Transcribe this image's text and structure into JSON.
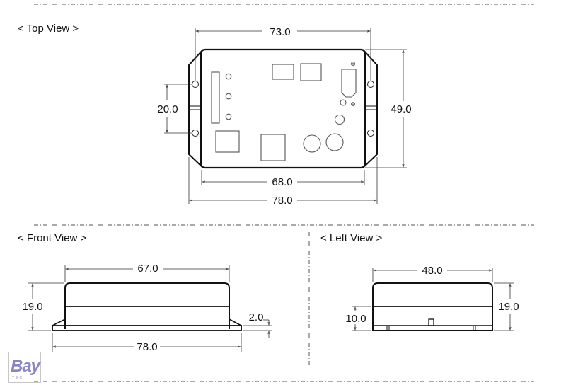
{
  "views": {
    "top": {
      "title": "< Top View >",
      "dims": {
        "hole_spacing_x": "73.0",
        "hole_spacing_y": "20.0",
        "height": "49.0",
        "body_width": "68.0",
        "overall_width": "78.0"
      },
      "polarity": {
        "plus": "⊕",
        "minus": "⊖"
      }
    },
    "front": {
      "title": "< Front View >",
      "dims": {
        "top_width": "67.0",
        "height": "19.0",
        "flange_thickness": "2.0",
        "overall_width": "78.0"
      }
    },
    "left": {
      "title": "< Left View >",
      "dims": {
        "width": "48.0",
        "height": "19.0",
        "lower_height": "10.0"
      }
    }
  },
  "logo": {
    "text": "Bay",
    "sub": "TEC"
  },
  "colors": {
    "line": "#111111",
    "thin": "#333333",
    "dash": "#555555",
    "logo": "#8a86c4"
  }
}
